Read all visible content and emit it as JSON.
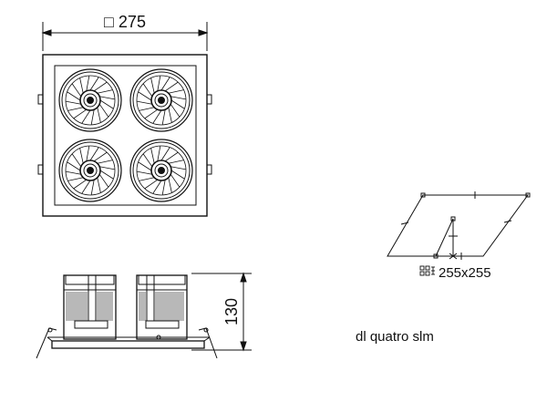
{
  "top_view": {
    "width_dimension": "□ 275",
    "lens_count": 4,
    "fins_per_lens": 16
  },
  "side_view": {
    "height_dimension": "130"
  },
  "cutout": {
    "label": "255x255",
    "icon": "cutout-symbol-icon"
  },
  "product": {
    "name": "dl quatro slm"
  },
  "colors": {
    "line": "#111111",
    "background": "#ffffff"
  }
}
